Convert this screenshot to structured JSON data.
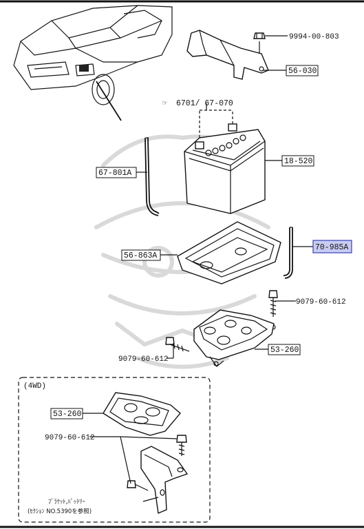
{
  "parts": {
    "p9994": "9994-00-803",
    "p56030": "56-030",
    "p6701": "6701/ 67-070",
    "p6701_sym": "☞",
    "p18520": "18-520",
    "p67801A": "67-801A",
    "p70985A": "70-985A",
    "p56863A": "56-863A",
    "p9079_right": "9079-60-612",
    "p9079_left": "9079-60-612",
    "p53260_main": "53-260",
    "p53260_4wd": "53-260",
    "p9079_4wd": "9079-60-612"
  },
  "fourwd": {
    "title": "(4WD)",
    "note_line1": "ﾌﾞﾗｹｯﾄ,ﾊﾞｯﾃﾘｰ",
    "note_line2": "(ｾｸｼｮﾝ NO.5390を参照)"
  },
  "colors": {
    "highlight_fill": "#c8ccf2",
    "highlight_stroke": "#3640b8",
    "watermark": "#d9d9d9"
  }
}
